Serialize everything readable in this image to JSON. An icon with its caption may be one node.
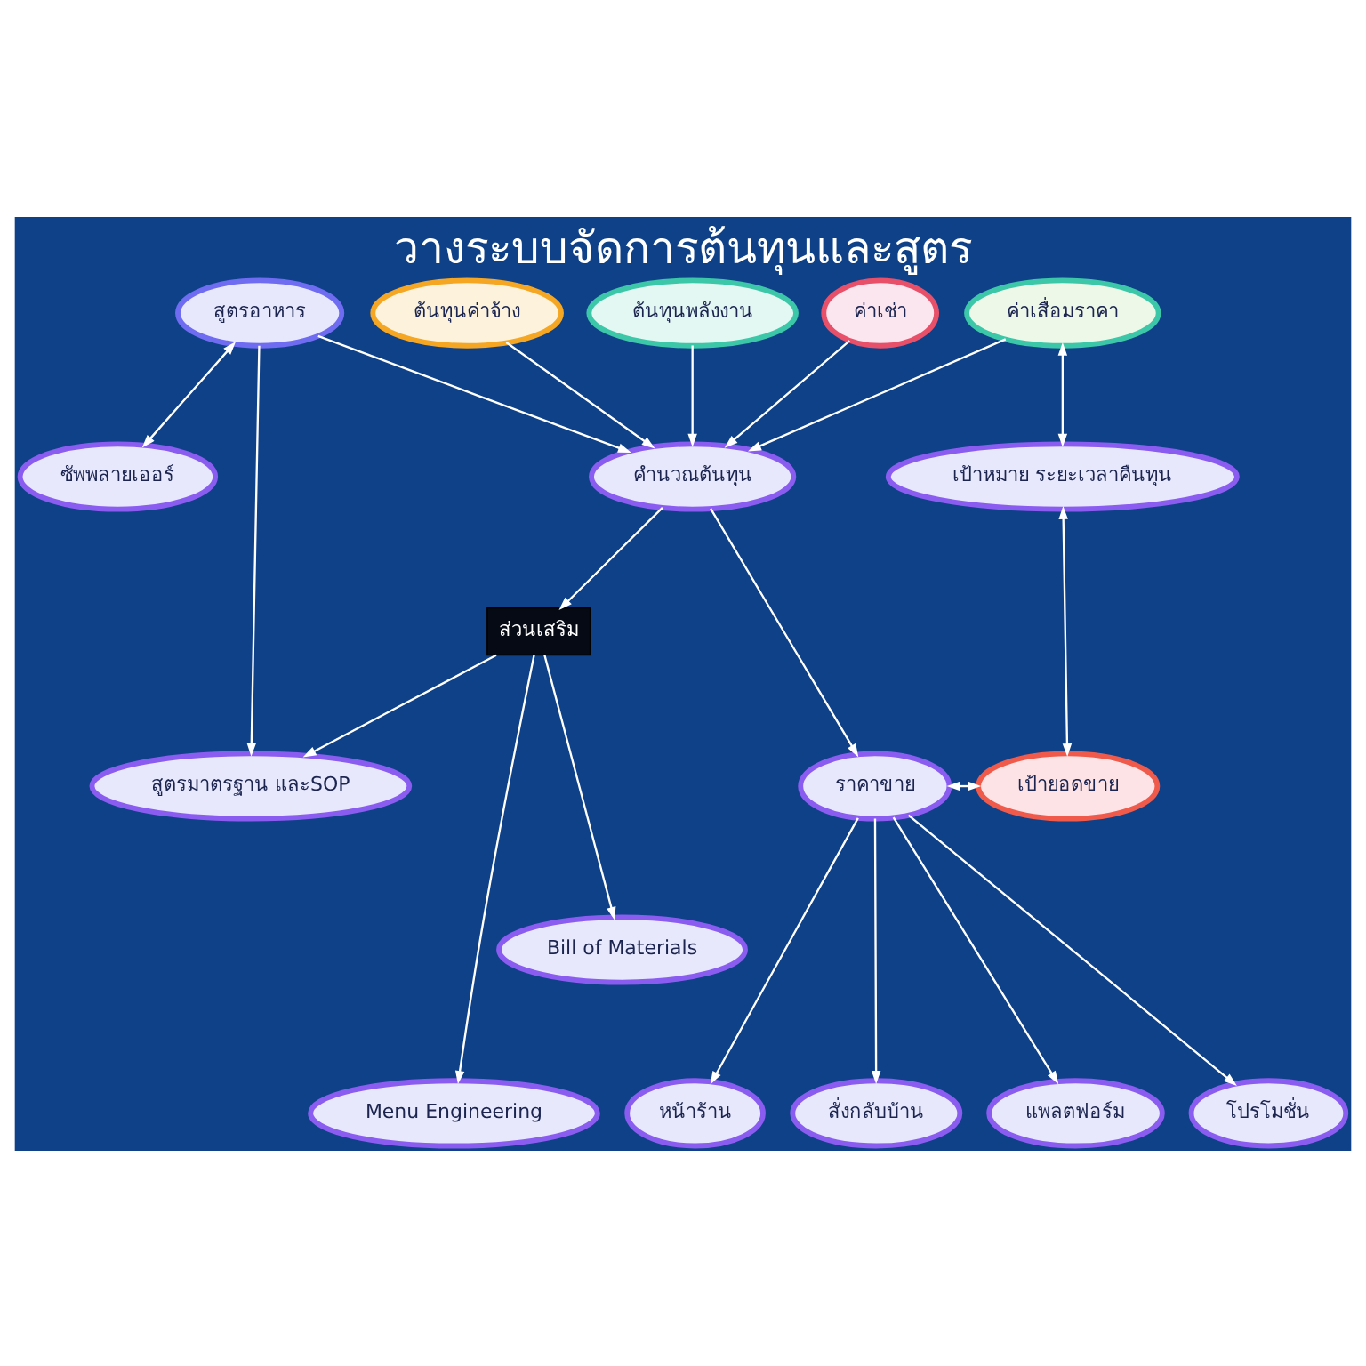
{
  "diagram": {
    "title": "วางระบบจัดการต้นทุนและสูตร",
    "nodes": [
      {
        "text": [
          "สูตรอาหาร"
        ]
      },
      {
        "text": [
          "ต้นทุนค่าจ้าง"
        ]
      },
      {
        "text": [
          "ต้นทุนพลังงาน"
        ]
      },
      {
        "text": [
          "ค่าเช่า"
        ]
      },
      {
        "text": [
          "ค่าเสื่อมราคา"
        ]
      },
      {
        "text": [
          "ซัพพลายเออร์"
        ]
      },
      {
        "text": [
          "คำนวณต้นทุน"
        ]
      },
      {
        "text": [
          "เป้าหมาย ระยะเวลาคืนทุน"
        ]
      },
      {
        "text": [
          "ส่วนเสริม"
        ]
      },
      {
        "text": [
          "สูตรมาตรฐาน และSOP"
        ]
      },
      {
        "text": [
          "ราคาขาย"
        ]
      },
      {
        "text": [
          "เป้ายอดขาย"
        ]
      },
      {
        "text": [
          "Bill of Materials"
        ]
      },
      {
        "text": [
          "Menu Engineering"
        ]
      },
      {
        "text": [
          "หน้าร้าน"
        ]
      },
      {
        "text": [
          "สั่งกลับบ้าน"
        ]
      },
      {
        "text": [
          "แพลตฟอร์ม"
        ]
      },
      {
        "text": [
          "โปรโมชั่น"
        ]
      }
    ],
    "edges": [
      {
        "from": 0,
        "to": 5,
        "arrow": "both"
      },
      {
        "from": 0,
        "to": 6,
        "arrow": "to"
      },
      {
        "from": 1,
        "to": 6,
        "arrow": "to"
      },
      {
        "from": 2,
        "to": 6,
        "arrow": "to"
      },
      {
        "from": 3,
        "to": 6,
        "arrow": "to"
      },
      {
        "from": 4,
        "to": 6,
        "arrow": "to"
      },
      {
        "from": 0,
        "to": 9,
        "arrow": "to"
      },
      {
        "from": 4,
        "to": 7,
        "arrow": "both"
      },
      {
        "from": 6,
        "to": 10,
        "arrow": "to"
      },
      {
        "from": 6,
        "to": 8,
        "arrow": "to"
      },
      {
        "from": 7,
        "to": 11,
        "arrow": "both"
      },
      {
        "from": 10,
        "to": 11,
        "arrow": "both"
      },
      {
        "from": 8,
        "to": 9,
        "arrow": "to"
      },
      {
        "from": 8,
        "to": 12,
        "arrow": "to"
      },
      {
        "from": 8,
        "to": 13,
        "arrow": "to"
      },
      {
        "from": 10,
        "to": 14,
        "arrow": "to"
      },
      {
        "from": 10,
        "to": 15,
        "arrow": "to"
      },
      {
        "from": 10,
        "to": 16,
        "arrow": "to"
      },
      {
        "from": 10,
        "to": 17,
        "arrow": "to"
      }
    ]
  }
}
